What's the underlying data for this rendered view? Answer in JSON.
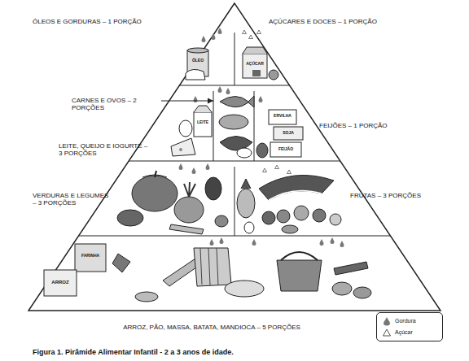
{
  "diagram": {
    "caption": "Figura 1. Pirâmide Alimentar Infantil - 2 a 3 anos de idade.",
    "labels": [
      "ÓLEOS E GORDURAS – 1 PORÇÃO",
      "AÇÚCARES E DOCES – 1 PORÇÃO",
      "ÓLEO",
      "AÇÚCAR",
      "CARNES E OVOS – 2 PORÇÕES",
      "FEIJÕES – 1 PORÇÃO",
      "LEITE",
      "ERVILHA",
      "SOJA",
      "FEIJÃO",
      "LEITE, QUEIJO E IOGURTE – 3 PORÇÕES",
      "VERDURAS E LEGUMES – 3 PORÇÕES",
      "FRUTAS – 3 PORÇÕES",
      "FARINHA",
      "ARROZ",
      "ARROZ, PÃO, MASSA, BATATA, MANDIOCA – 5 PORÇÕES"
    ],
    "legend": [
      {
        "text": "Gordura"
      },
      {
        "text": "Açúcar"
      }
    ]
  }
}
